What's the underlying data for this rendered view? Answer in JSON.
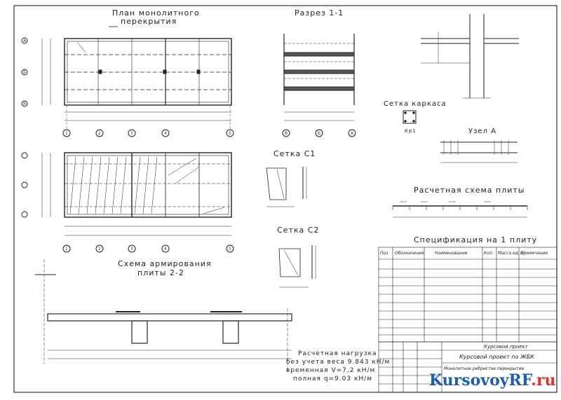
{
  "sheet": {
    "plan_title_line1": "План монолитного",
    "plan_title_line2": "перекрытия",
    "section_1_1": "Разрез 1-1",
    "mesh_c1": "Сетка С1",
    "mesh_c2": "Сетка С2",
    "frame_title": "Сетка каркаса",
    "frame_label": "Кр1",
    "node_a": "Узел А",
    "slab_calc": "Расчетная схема плиты",
    "beam_calc_line1": "Схема армирования",
    "beam_calc_line2": "плиты 2-2",
    "spec_title": "Спецификация на 1 плиту",
    "notes_line1": "Расчетная нагрузка",
    "notes_line2": "без учета веса 9.843 кН/м",
    "notes_line3": "временная V=7,2 кН/м",
    "notes_line4": "полная q=9.03 кН/м",
    "tb_code": "Курсовой проект",
    "tb_name": "Курсовой проект по ЖБК",
    "tb_desc": "Монолитное ребристое перекрытие",
    "watermark_main": "KursovoyRF",
    "watermark_tld": ".ru",
    "axis_top": [
      "1",
      "2",
      "3",
      "4",
      "5"
    ],
    "axis_mid": [
      "1",
      "2",
      "3",
      "4",
      "5"
    ],
    "axis_rows": [
      "А",
      "Б",
      "В"
    ],
    "section_axes": [
      "В",
      "Б",
      "А"
    ],
    "spec_head": [
      "Поз.",
      "Обозначение",
      "Наименование",
      "Кол.",
      "Масса ед. кг",
      "Примечание"
    ]
  }
}
